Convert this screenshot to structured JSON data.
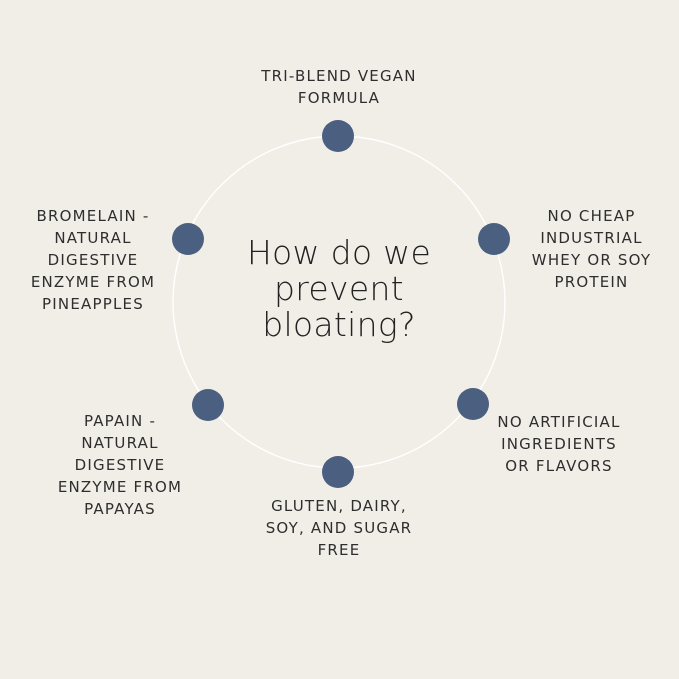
{
  "colors": {
    "background": "#f1eee8",
    "ring": "#ffffff",
    "node": "#4b5f80",
    "text": "#2e2e2e"
  },
  "center": {
    "lines": [
      "How do we",
      "prevent",
      "bloating?"
    ]
  },
  "nodes": [
    {
      "lines": [
        "TRI-BLEND VEGAN",
        "FORMULA"
      ]
    },
    {
      "lines": [
        "NO CHEAP",
        "INDUSTRIAL",
        "WHEY OR SOY",
        "PROTEIN"
      ]
    },
    {
      "lines": [
        "NO ARTIFICIAL",
        "INGREDIENTS",
        "OR FLAVORS"
      ]
    },
    {
      "lines": [
        "GLUTEN, DAIRY,",
        "SOY, AND SUGAR",
        "FREE"
      ]
    },
    {
      "lines": [
        "PAPAIN -",
        "NATURAL",
        "DIGESTIVE",
        "ENZYME FROM",
        "PAPAYAS"
      ]
    },
    {
      "lines": [
        "BROMELAIN -",
        "NATURAL",
        "DIGESTIVE",
        "ENZYME FROM",
        "PINEAPPLES"
      ]
    }
  ]
}
